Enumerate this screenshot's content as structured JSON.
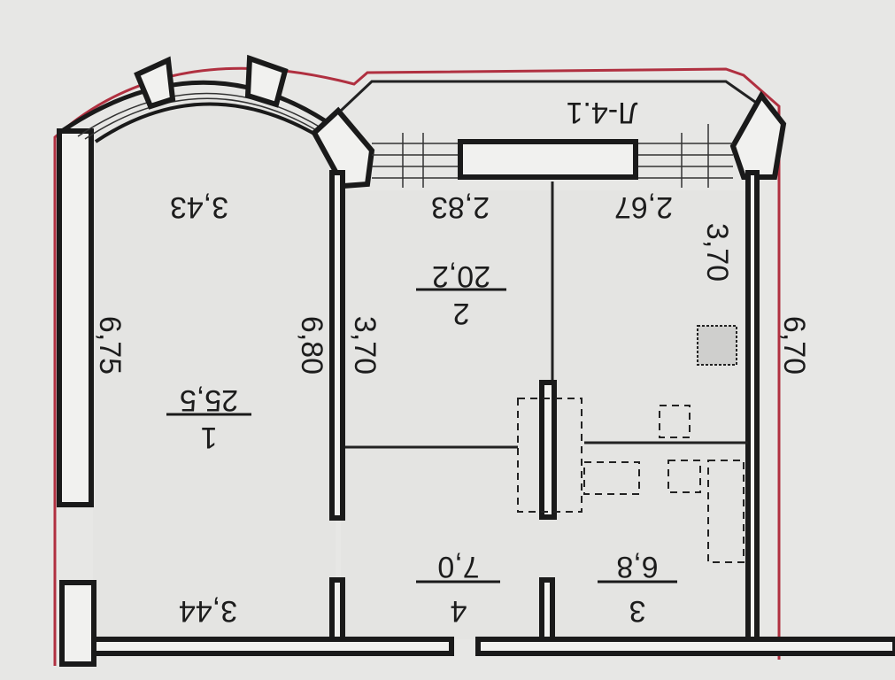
{
  "balcony": {
    "label": "Л-4.1"
  },
  "rooms": [
    {
      "id": "room-1",
      "number": "1",
      "area": "25,5"
    },
    {
      "id": "room-2",
      "number": "2",
      "area": "20,2"
    },
    {
      "id": "room-3",
      "number": "3",
      "area": "6,8"
    },
    {
      "id": "room-4",
      "number": "4",
      "area": "7,0"
    }
  ],
  "dimensions": {
    "d343": "3,43",
    "d675": "6,75",
    "d680": "6,80",
    "d370_left": "3,70",
    "d283": "2,83",
    "d267": "2,67",
    "d370_right": "3,70",
    "d670": "6,70",
    "d344": "3,44"
  },
  "colors": {
    "outline": "#b03040",
    "walls": "#1a1a1a",
    "paper": "#e7e7e5"
  }
}
